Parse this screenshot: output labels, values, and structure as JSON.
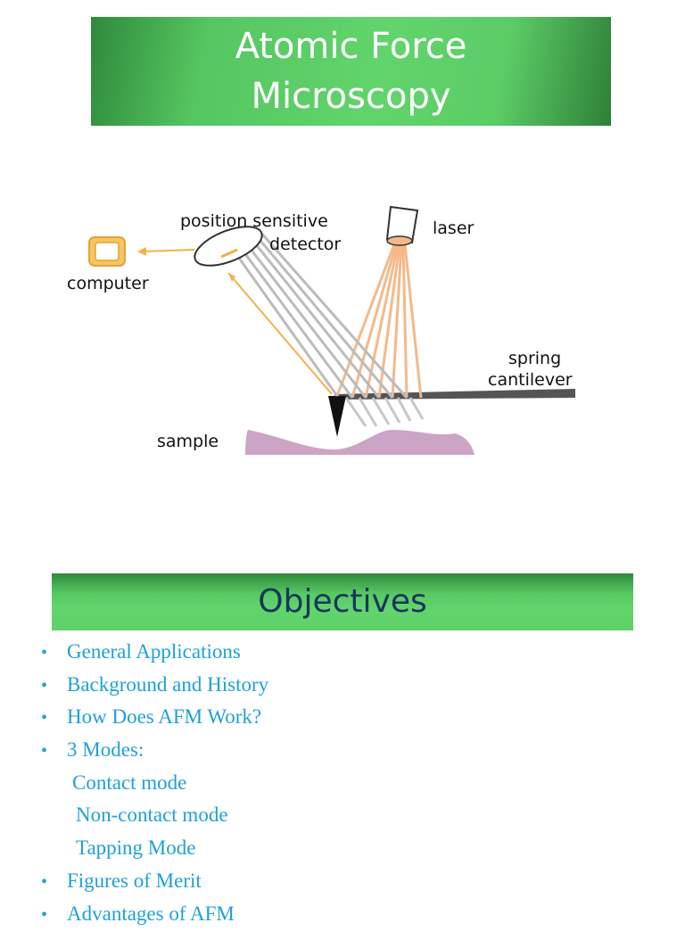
{
  "title": {
    "line1": "Atomic Force",
    "line2": "Microscopy"
  },
  "diagram": {
    "labels": {
      "position_sensitive": "position sensitive",
      "detector": "detector",
      "laser": "laser",
      "computer": "computer",
      "spring": "spring",
      "cantilever": "cantilever",
      "sample": "sample"
    },
    "colors": {
      "beam": "#f4b98a",
      "signal": "#f2b24a",
      "sample": "#c79ac0",
      "banner": "#5ccd66"
    }
  },
  "objectives": {
    "heading": "Objectives",
    "items": [
      {
        "bullet": "•",
        "text": "General Applications"
      },
      {
        "bullet": "•",
        "text": "Background and History"
      },
      {
        "bullet": "•",
        "text": "How Does AFM Work?"
      },
      {
        "bullet": "•",
        "text": "3 Modes:"
      },
      {
        "bullet": "",
        "text": "Contact mode",
        "indent": 1
      },
      {
        "bullet": "",
        "text": "Non-contact mode",
        "indent": 2
      },
      {
        "bullet": "",
        "text": "Tapping Mode",
        "indent": 2
      },
      {
        "bullet": "•",
        "text": "Figures of Merit"
      },
      {
        "bullet": "•",
        "text": "Advantages of AFM"
      }
    ]
  }
}
